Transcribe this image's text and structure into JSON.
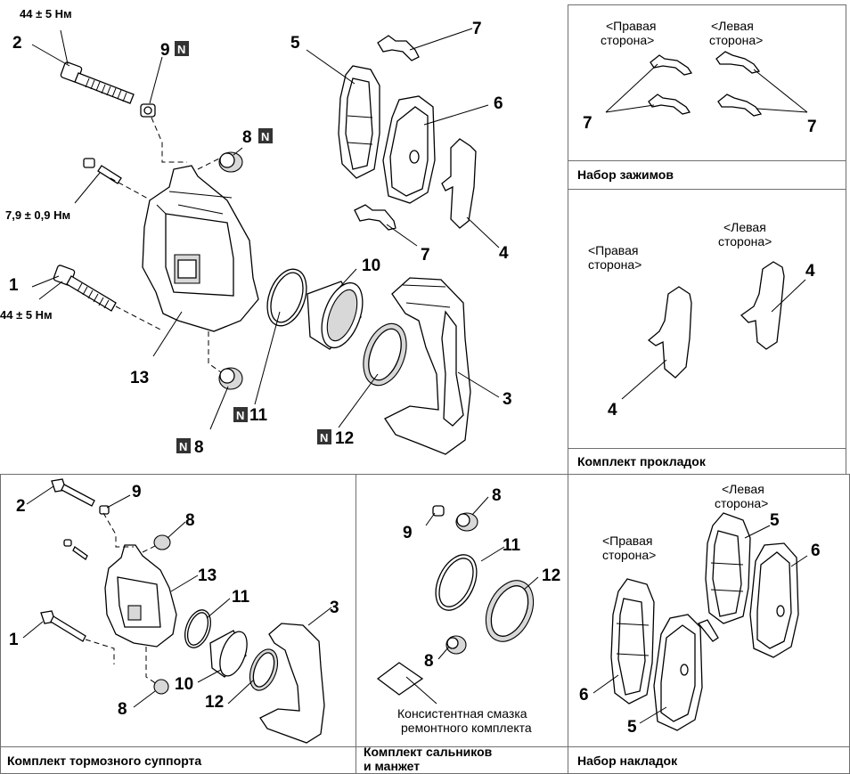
{
  "torque": {
    "bolt_top": "44 ± 5 Нм",
    "bolt_bottom": "44 ± 5 Нм",
    "bleeder": "7,9 ± 0,9 Нм"
  },
  "badge": "N",
  "main": {
    "n1": "1",
    "n2": "2",
    "n3": "3",
    "n4": "4",
    "n5": "5",
    "n6": "6",
    "n7a": "7",
    "n7b": "7",
    "n8a": "8",
    "n8b": "8",
    "n9": "9",
    "n10": "10",
    "n11": "11",
    "n12": "12",
    "n13": "13"
  },
  "clips_panel": {
    "right_side_l1": "<Правая",
    "right_side_l2": "сторона>",
    "left_side_l1": "<Левая",
    "left_side_l2": "сторона>",
    "n7_left": "7",
    "n7_right": "7",
    "caption": "Набор зажимов"
  },
  "shims_panel": {
    "right_side_l1": "<Правая",
    "right_side_l2": "сторона>",
    "left_side_l1": "<Левая",
    "left_side_l2": "сторона>",
    "n4_left": "4",
    "n4_right": "4",
    "caption": "Комплект прокладок"
  },
  "caliper_kit": {
    "n1": "1",
    "n2": "2",
    "n3": "3",
    "n8a": "8",
    "n8b": "8",
    "n9": "9",
    "n10": "10",
    "n11": "11",
    "n12": "12",
    "n13": "13",
    "caption": "Комплект тормозного суппорта"
  },
  "seal_kit": {
    "n8a": "8",
    "n8b": "8",
    "n9": "9",
    "n11": "11",
    "n12": "12",
    "grease_l1": "Консистентная смазка",
    "grease_l2": "ремонтного комплекта",
    "caption_l1": "Комплект сальников",
    "caption_l2": "и манжет"
  },
  "pads_kit": {
    "right_side_l1": "<Правая",
    "right_side_l2": "сторона>",
    "left_side_l1": "<Левая",
    "left_side_l2": "сторона>",
    "n5a": "5",
    "n5b": "5",
    "n6a": "6",
    "n6b": "6",
    "caption": "Набор накладок"
  }
}
